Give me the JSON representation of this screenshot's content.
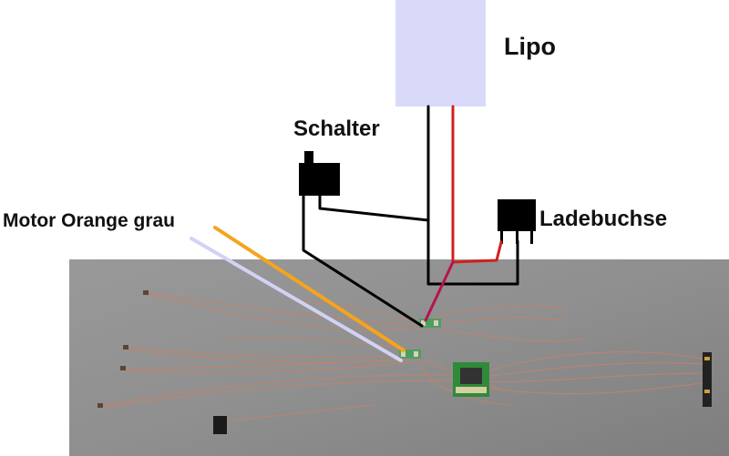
{
  "labels": {
    "battery": "Lipo",
    "switch": "Schalter",
    "charge_socket": "Ladebuchse",
    "motor": "Motor Orange grau"
  },
  "colors": {
    "battery_fill": "#d9d9f9",
    "wire_black": "#000000",
    "wire_red": "#d0201e",
    "wire_magenta": "#b8124f",
    "wire_orange": "#f5a51c",
    "wire_lavender": "#d2d2f5",
    "photo_backdrop": "#8d8d8d",
    "board_green": "#2f8a3a"
  }
}
